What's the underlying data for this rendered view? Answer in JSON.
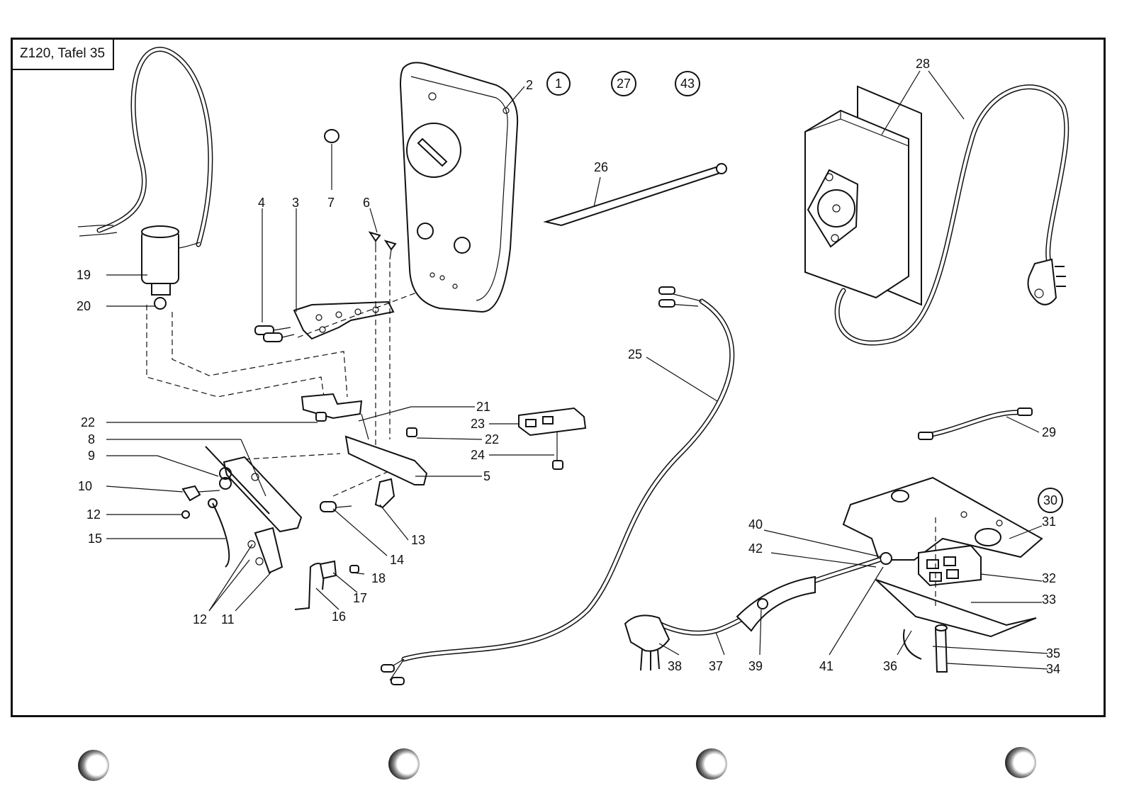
{
  "plate_title": "Z120, Tafel 35",
  "circled_refs": [
    "1",
    "27",
    "43",
    "30"
  ],
  "callouts": {
    "c2": "2",
    "c3": "3",
    "c4": "4",
    "c5": "5",
    "c6": "6",
    "c7": "7",
    "c8": "8",
    "c9": "9",
    "c10": "10",
    "c11": "11",
    "c12a": "12",
    "c12b": "12",
    "c13": "13",
    "c14": "14",
    "c15": "15",
    "c16": "16",
    "c17": "17",
    "c18": "18",
    "c19": "19",
    "c20": "20",
    "c21": "21",
    "c22a": "22",
    "c22b": "22",
    "c23": "23",
    "c24": "24",
    "c25": "25",
    "c26": "26",
    "c28": "28",
    "c29": "29",
    "c31": "31",
    "c32": "32",
    "c33": "33",
    "c34": "34",
    "c35": "35",
    "c36": "36",
    "c37": "37",
    "c38": "38",
    "c39": "39",
    "c40": "40",
    "c41": "41",
    "c42": "42"
  }
}
